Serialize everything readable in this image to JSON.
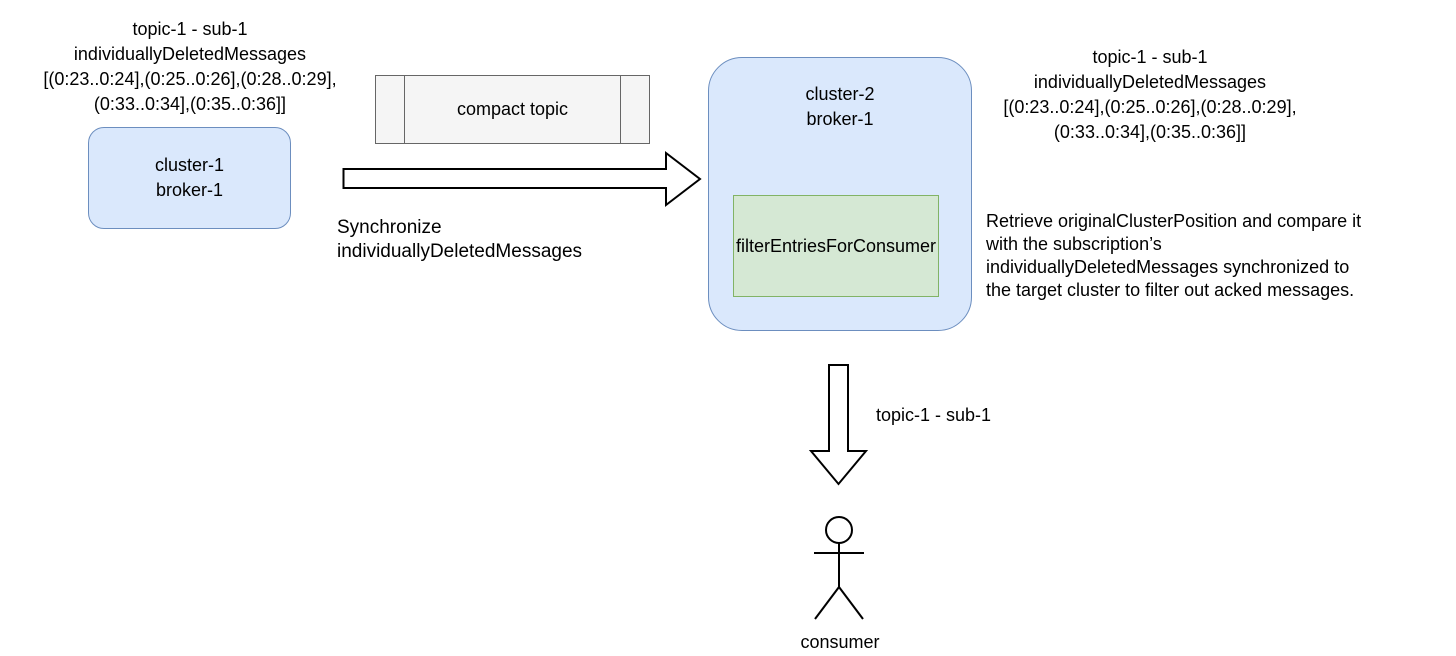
{
  "source_labels": {
    "line1": "topic-1 - sub-1",
    "line2": "individuallyDeletedMessages",
    "line3": "[(0:23..0:24],(0:25..0:26],(0:28..0:29],",
    "line4": "(0:33..0:34],(0:35..0:36]]"
  },
  "cluster1": {
    "line1": "cluster-1",
    "line2": "broker-1"
  },
  "compact_topic": {
    "label": "compact topic"
  },
  "sync_arrow": {
    "line1": "Synchronize",
    "line2": "individuallyDeletedMessages"
  },
  "cluster2": {
    "line1": "cluster-2",
    "line2": "broker-1",
    "filter_label": "filterEntriesForConsumer"
  },
  "target_labels": {
    "line1": "topic-1 - sub-1",
    "line2": "individuallyDeletedMessages",
    "line3": "[(0:23..0:24],(0:25..0:26],(0:28..0:29],",
    "line4": "(0:33..0:34],(0:35..0:36]]"
  },
  "description": {
    "line1": "Retrieve originalClusterPosition and compare it",
    "line2": "with the subscription’s",
    "line3": "individuallyDeletedMessages synchronized to",
    "line4": "the target cluster to filter out acked messages."
  },
  "consume_arrow": {
    "label": "topic-1 - sub-1"
  },
  "consumer": {
    "label": "consumer"
  },
  "colors": {
    "blue_fill": "#dae8fc",
    "blue_stroke": "#6c8ebf",
    "green_fill": "#d5e8d4",
    "green_stroke": "#82b366",
    "gray_fill": "#f5f5f5",
    "gray_stroke": "#666666"
  }
}
